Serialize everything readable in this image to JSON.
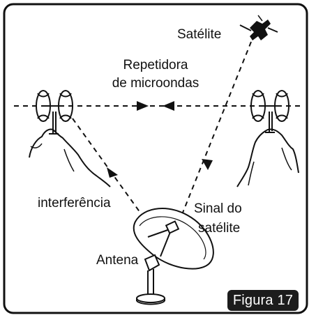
{
  "labels": {
    "satellite": "Satélite",
    "repeater_line1": "Repetidora",
    "repeater_line2": "de microondas",
    "interference": "interferência",
    "signal_line1": "Sinal do",
    "signal_line2": "satélite",
    "antenna": "Antena"
  },
  "figure_label": "Figura 17",
  "colors": {
    "ink": "#111111",
    "badge_bg": "#1c1c1c",
    "badge_text": "#ffffff"
  },
  "icons": [
    "satellite-icon",
    "microwave-repeater-icon",
    "dish-antenna-icon",
    "mountain-icon"
  ]
}
